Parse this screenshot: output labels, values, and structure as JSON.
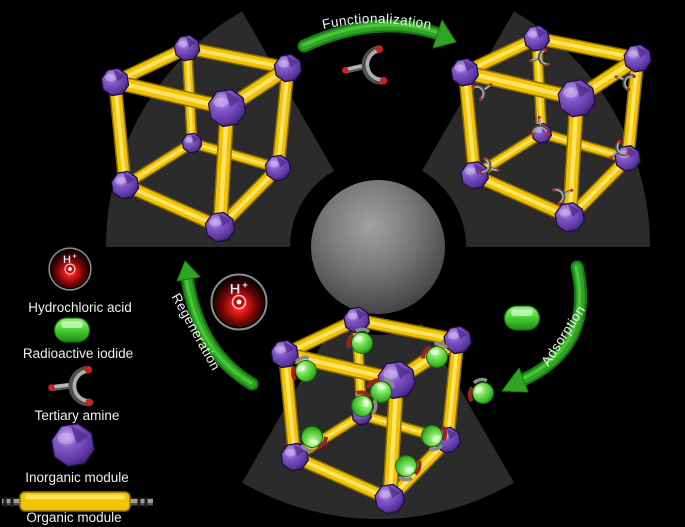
{
  "arrows": {
    "items": [
      {
        "id": "functionalization",
        "label": "Functionalization"
      },
      {
        "id": "adsorption",
        "label": "Adsorption"
      },
      {
        "id": "regeneration",
        "label": "Regeneration"
      }
    ]
  },
  "legend": {
    "items": [
      {
        "icon": "hydrochloric-acid-icon",
        "label": "Hydrochloric acid"
      },
      {
        "icon": "radioactive-iodide-icon",
        "label": "Radioactive iodide"
      },
      {
        "icon": "tertiary-amine-icon",
        "label": "Tertiary amine"
      },
      {
        "icon": "inorganic-module-icon",
        "label": "Inorganic module"
      },
      {
        "icon": "organic-module-icon",
        "label": "Organic module"
      }
    ]
  },
  "hcl_badge": {
    "symbol": "H",
    "charge": "+"
  },
  "colors": {
    "background": "#000000",
    "arrow_green": "#2fa524",
    "organic_module_yellow": "#f2c400",
    "inorganic_module_purple": "#8257c9",
    "iodide_green": "#4ed438",
    "acid_red": "#e01717",
    "radiation_blade_gray": "#2b2b2b",
    "center_sphere_gray": "#757575",
    "label_text": "#f2f2f2"
  }
}
